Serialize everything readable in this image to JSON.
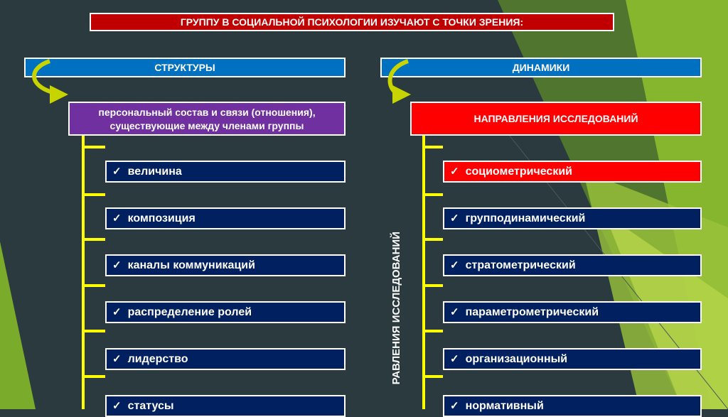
{
  "title": "ГРУППУ В СОЦИАЛЬНОЙ ПСИХОЛОГИИ ИЗУЧАЮТ С ТОЧКИ ЗРЕНИЯ:",
  "left": {
    "header": "СТРУКТУРЫ",
    "box_line1": "персональный состав и связи (отношения),",
    "box_line2": "существующие между членами группы",
    "items": [
      "величина",
      "композиция",
      "каналы коммуникаций",
      "распределение ролей",
      "лидерство",
      "статусы"
    ]
  },
  "right": {
    "header": "ДИНАМИКИ",
    "box": "НАПРАВЛЕНИЯ ИССЛЕДОВАНИЙ",
    "vertical": "РАВЛЕНИЯ ИССЛЕДОВАНИЙ",
    "items": [
      "социометрический",
      "групподинамический",
      "стратометрический",
      "параметрометрический",
      "организационный",
      "нормативный"
    ]
  },
  "check_mark": "✓",
  "colors": {
    "title": "#c00000",
    "header": "#0070c0",
    "purple": "#7030a0",
    "red": "#ff0000",
    "navy": "#002060",
    "connector": "#ffff00",
    "arrow": "#c8d400"
  }
}
